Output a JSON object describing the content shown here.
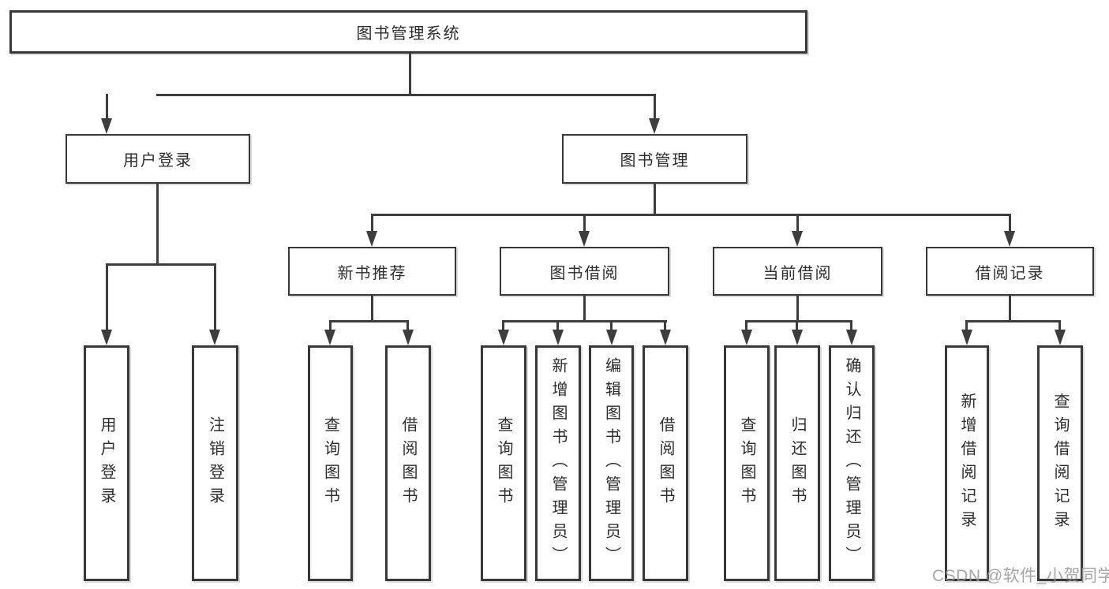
{
  "diagram": {
    "title": "图书管理系统",
    "type": "hierarchy-tree",
    "colors": {
      "background": "#ffffff",
      "line": "#3d3d3d",
      "box_border": "#383838",
      "box_fill": "#ffffff",
      "text": "#2d2d2d",
      "watermark": "#969696"
    }
  },
  "watermark": {
    "text": "CSDN @软件_小贺同学"
  },
  "tree": {
    "label": "图书管理系统",
    "children": [
      {
        "label": "用户登录",
        "children": [
          {
            "label": "用户登录"
          },
          {
            "label": "注销登录"
          }
        ]
      },
      {
        "label": "图书管理",
        "children": [
          {
            "label": "新书推荐",
            "children": [
              {
                "label": "查询图书"
              },
              {
                "label": "借阅图书"
              }
            ]
          },
          {
            "label": "图书借阅",
            "children": [
              {
                "label": "查询图书"
              },
              {
                "label": "新增图书（管理员）"
              },
              {
                "label": "编辑图书（管理员）"
              },
              {
                "label": "借阅图书"
              }
            ]
          },
          {
            "label": "当前借阅",
            "children": [
              {
                "label": "查询图书"
              },
              {
                "label": "归还图书"
              },
              {
                "label": "确认归还（管理员）"
              }
            ]
          },
          {
            "label": "借阅记录",
            "children": [
              {
                "label": "新增借阅记录"
              },
              {
                "label": "查询借阅记录"
              }
            ]
          }
        ]
      }
    ]
  }
}
